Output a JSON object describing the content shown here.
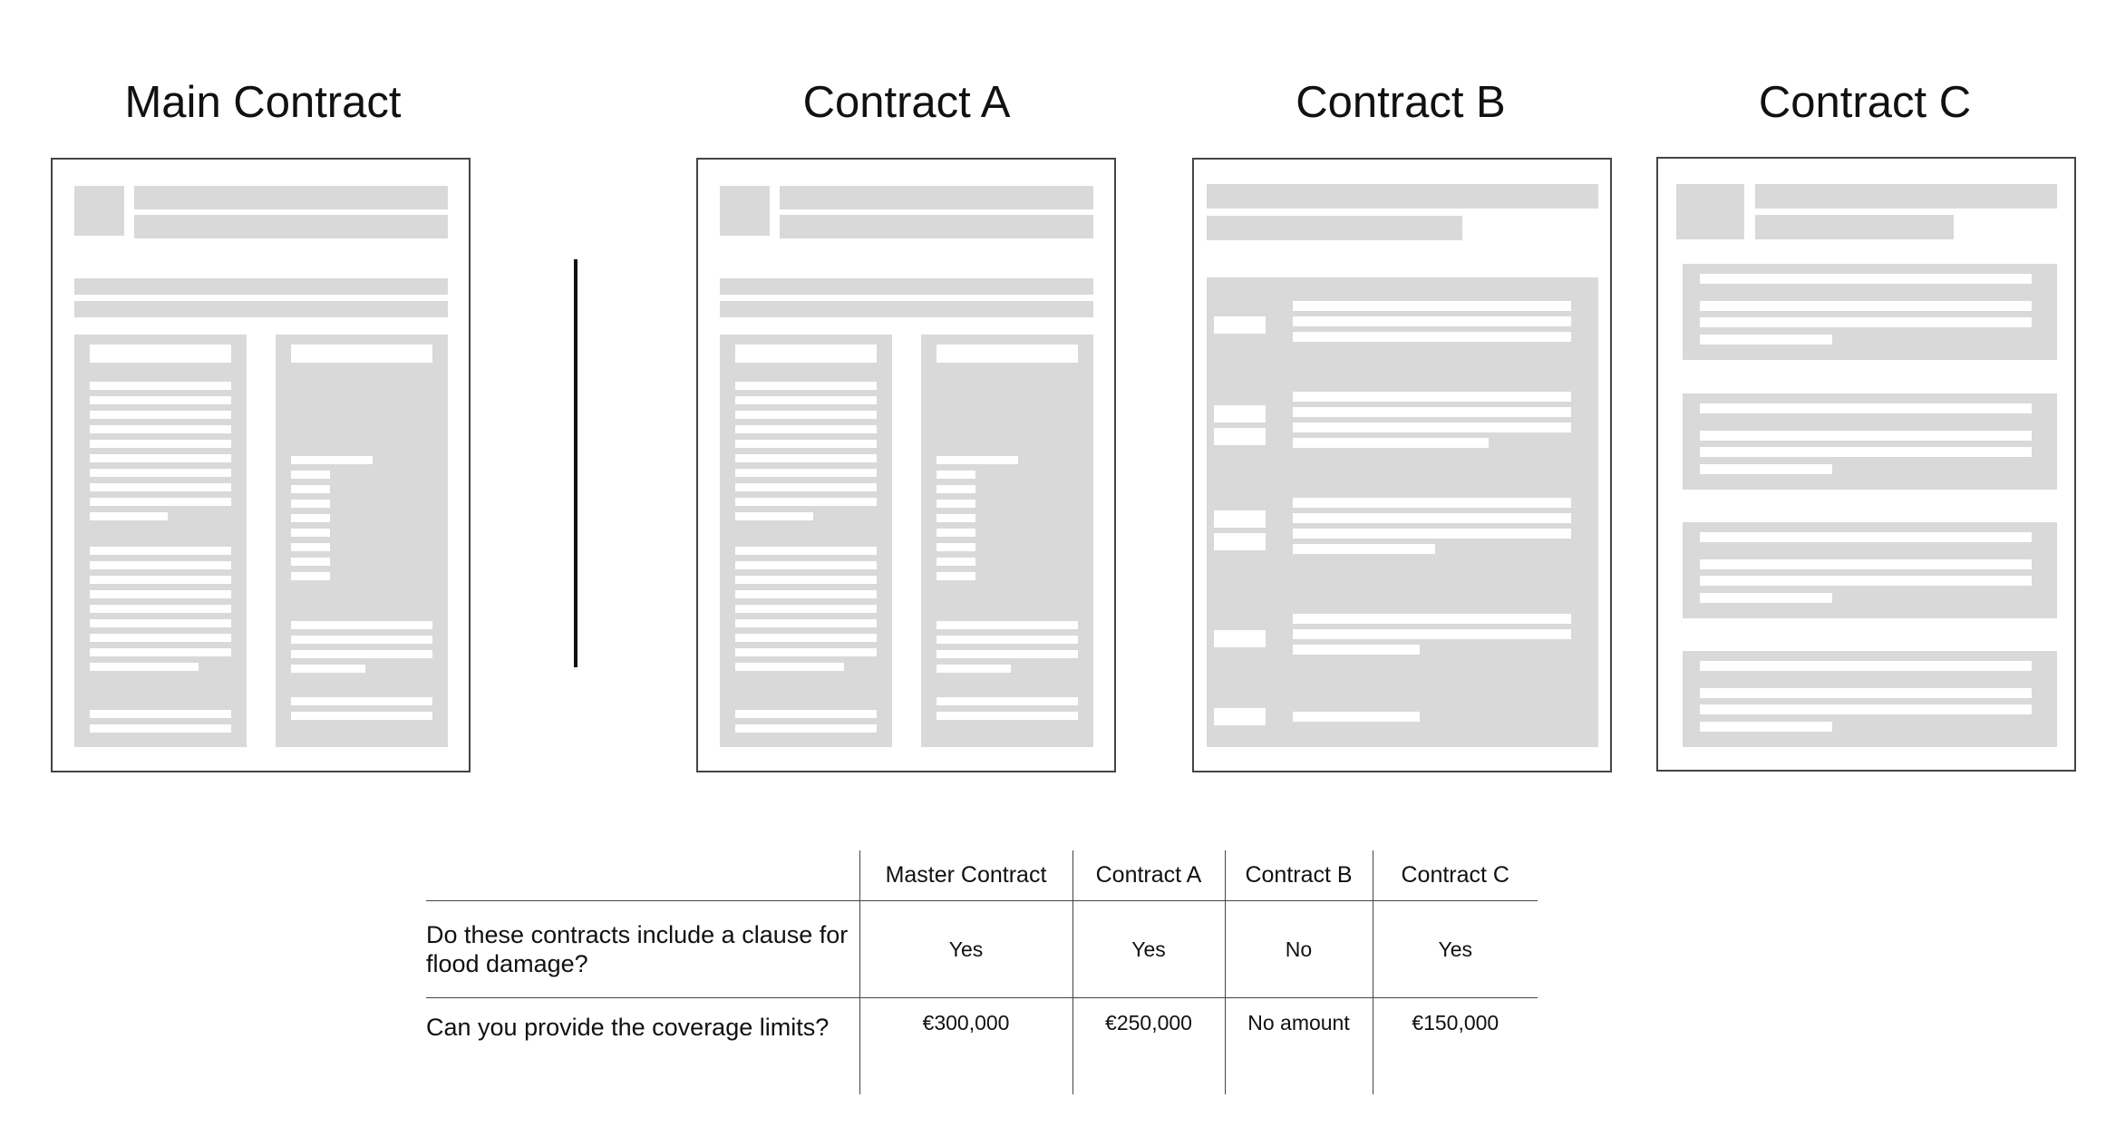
{
  "documents": [
    {
      "title": "Main Contract"
    },
    {
      "title": "Contract A"
    },
    {
      "title": "Contract B"
    },
    {
      "title": "Contract C"
    }
  ],
  "table": {
    "headers": [
      "Master Contract",
      "Contract A",
      "Contract B",
      "Contract C"
    ],
    "rows": [
      {
        "question": "Do these contracts include a clause for flood damage?",
        "answers": [
          "Yes",
          "Yes",
          "No",
          "Yes"
        ]
      },
      {
        "question": "Can you provide the coverage limits?",
        "answers": [
          "€300,000",
          "€250,000",
          "No amount",
          "€150,000"
        ]
      }
    ]
  },
  "colors": {
    "placeholder": "#d9d9d9",
    "border": "#444444",
    "text": "#111111"
  }
}
